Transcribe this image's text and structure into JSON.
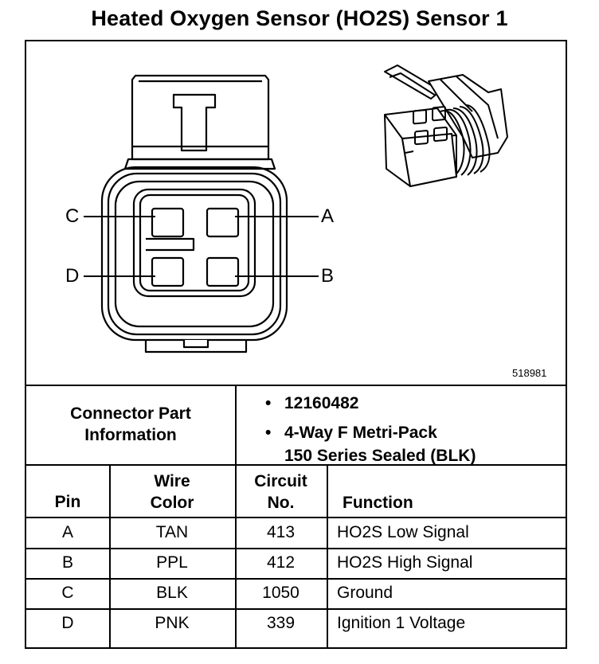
{
  "title": "Heated Oxygen Sensor (HO2S) Sensor 1",
  "figure_number": "518981",
  "pin_labels": {
    "a": "A",
    "b": "B",
    "c": "C",
    "d": "D"
  },
  "connector_info": {
    "label_line1": "Connector Part",
    "label_line2": "Information",
    "part_number": "12160482",
    "description_line1": "4-Way F Metri-Pack",
    "description_line2": "150 Series Sealed (BLK)",
    "bullet": "•"
  },
  "table": {
    "headers": {
      "pin": "Pin",
      "wire_color_line1": "Wire",
      "wire_color_line2": "Color",
      "circuit_line1": "Circuit",
      "circuit_line2": "No.",
      "function": "Function"
    },
    "rows": [
      {
        "pin": "A",
        "color": "TAN",
        "circuit": "413",
        "function": "HO2S Low Signal"
      },
      {
        "pin": "B",
        "color": "PPL",
        "circuit": "412",
        "function": "HO2S High Signal"
      },
      {
        "pin": "C",
        "color": "BLK",
        "circuit": "1050",
        "function": "Ground"
      },
      {
        "pin": "D",
        "color": "PNK",
        "circuit": "339",
        "function": "Ignition 1 Voltage"
      }
    ]
  }
}
